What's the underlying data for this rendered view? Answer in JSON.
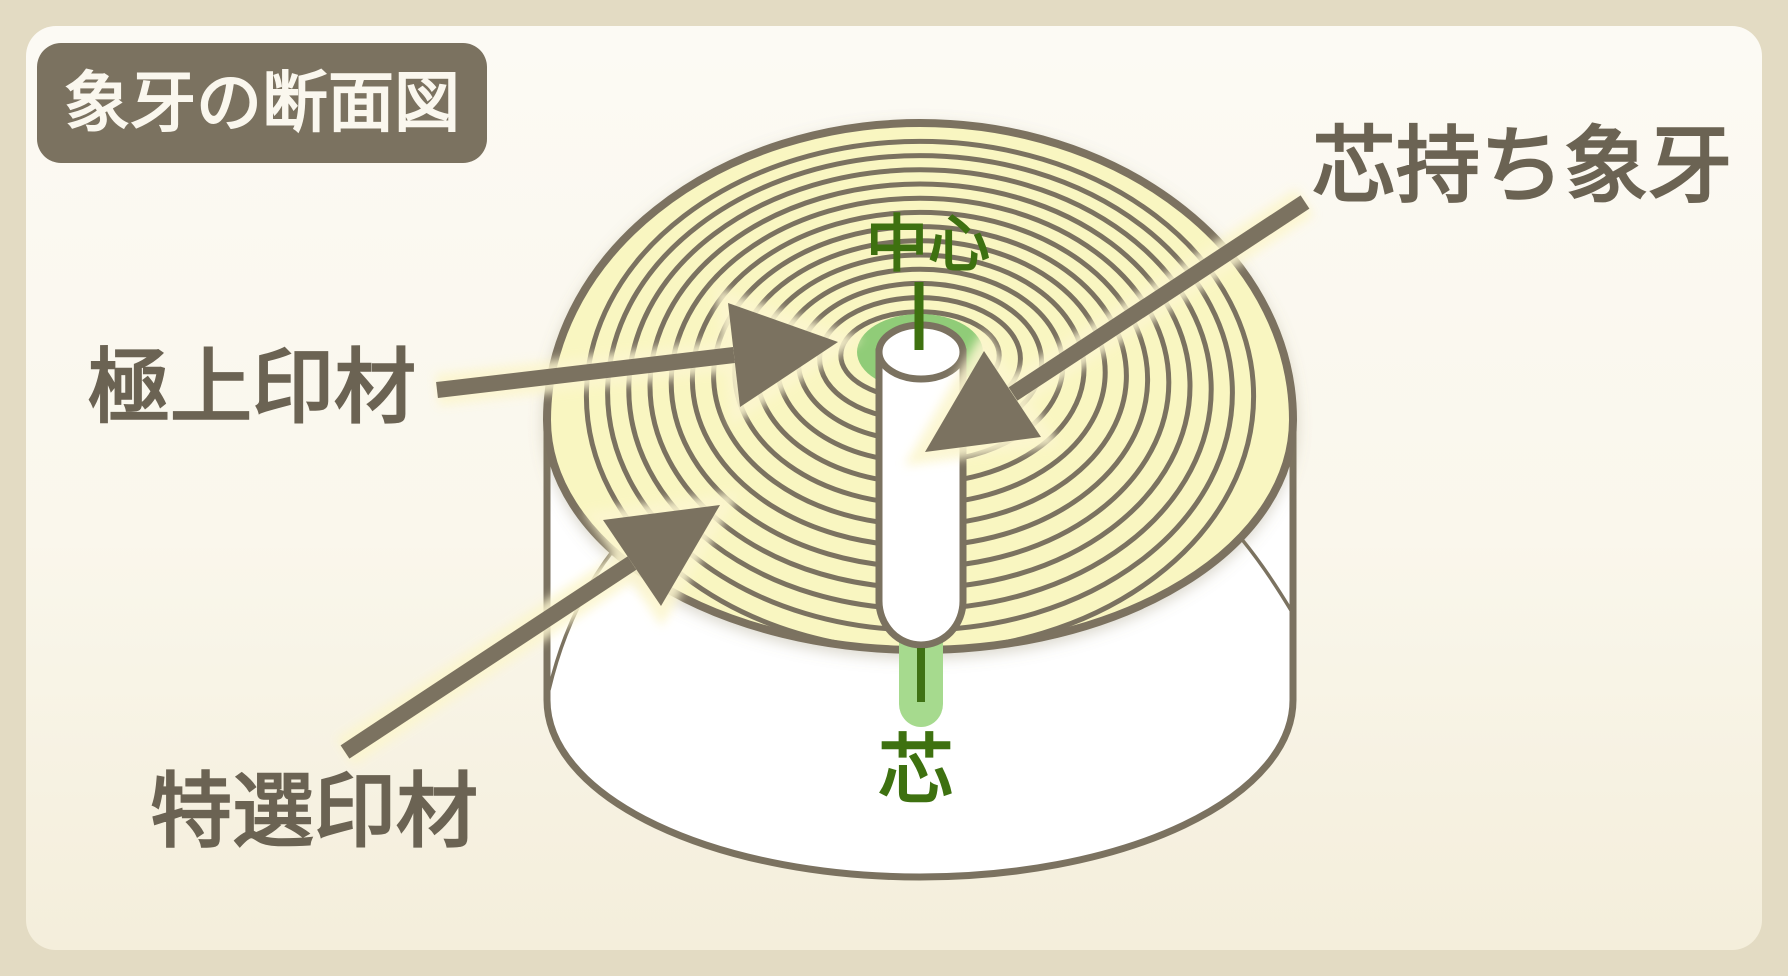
{
  "title_badge": {
    "label": "象牙の断面図"
  },
  "diagram": {
    "center_label": "中心",
    "core_label": "芯",
    "callouts": {
      "core_ivory": "芯持ち象牙",
      "finest_seal_material": "極上印材",
      "select_seal_material": "特選印材"
    },
    "ring_count": 13
  },
  "colors": {
    "outer_border_tan": "#e3dbc3",
    "panel_cream": "#fbf8ee",
    "ring_brown": "#7b7260",
    "disk_yellow": "#f9f6c1",
    "label_brown": "#6b6353",
    "badge_brown": "#7b7260",
    "green_dark": "#3e7110",
    "green_core": "#a6da8e",
    "green_halo": "#90cc78",
    "cylinder_white": "#ffffff",
    "arrow_glow": "#fcf6cf"
  }
}
